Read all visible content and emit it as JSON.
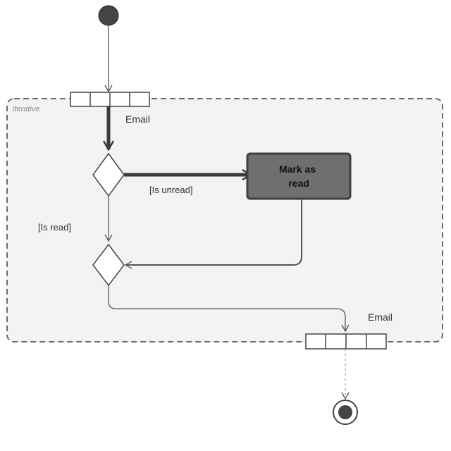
{
  "diagram": {
    "region_label": "iterative",
    "input_pin_label": "Email",
    "output_pin_label": "Email",
    "action_label_line1": "Mark as",
    "action_label_line2": "read",
    "guard_unread": "[Is unread]",
    "guard_read": "[Is read]"
  },
  "colors": {
    "region_border": "#6a6a6a",
    "region_fill": "#f3f3f3",
    "action_fill": "#6f6f6f",
    "action_border": "#3f3f3f",
    "node_fill": "#444444",
    "line": "#555555"
  }
}
